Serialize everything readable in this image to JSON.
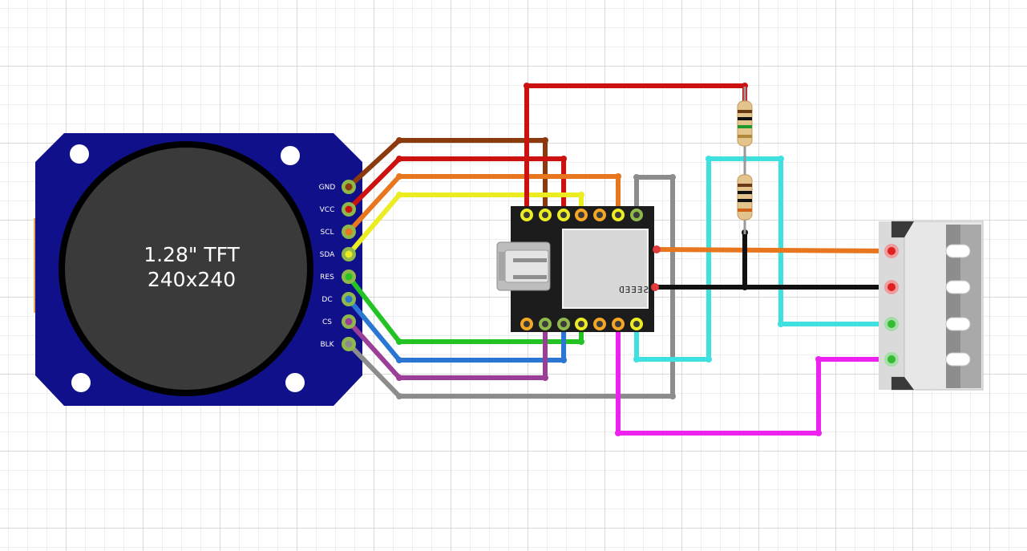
{
  "display": {
    "line1": "1.28\" TFT",
    "line2": "240x240",
    "pins": [
      "GND",
      "VCC",
      "SCL",
      "SDA",
      "RES",
      "DC",
      "CS",
      "BLK"
    ]
  },
  "mcu": {
    "logo": "SEEED"
  },
  "wire_colors": {
    "gnd": "#8b3a0e",
    "vcc": "#cc1111",
    "scl": "#e8761e",
    "sda": "#ecec22",
    "res": "#22c322",
    "dc": "#2a76d2",
    "cs": "#9b3e98",
    "blk": "#8c8c8c",
    "cyan": "#3ee0e0",
    "black": "#111111",
    "magenta": "#ee22ee"
  }
}
